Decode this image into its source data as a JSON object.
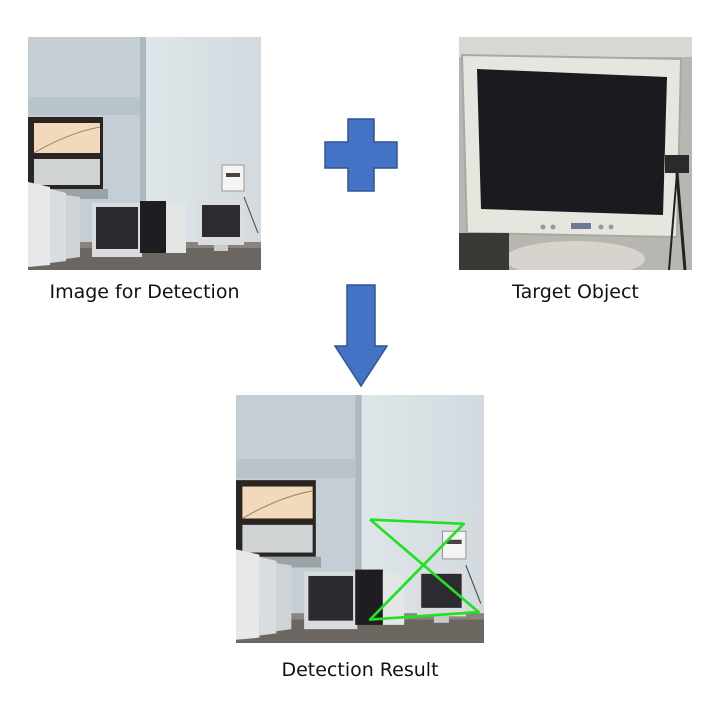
{
  "captions": {
    "input": "Image for Detection",
    "target": "Target Object",
    "result": "Detection Result"
  },
  "colors": {
    "arrow": "#4472C4",
    "arrow_border": "#2F5597",
    "detection_box": "#22e022"
  },
  "icons": {
    "plus": "plus-icon",
    "down_arrow": "arrow-down-icon"
  }
}
